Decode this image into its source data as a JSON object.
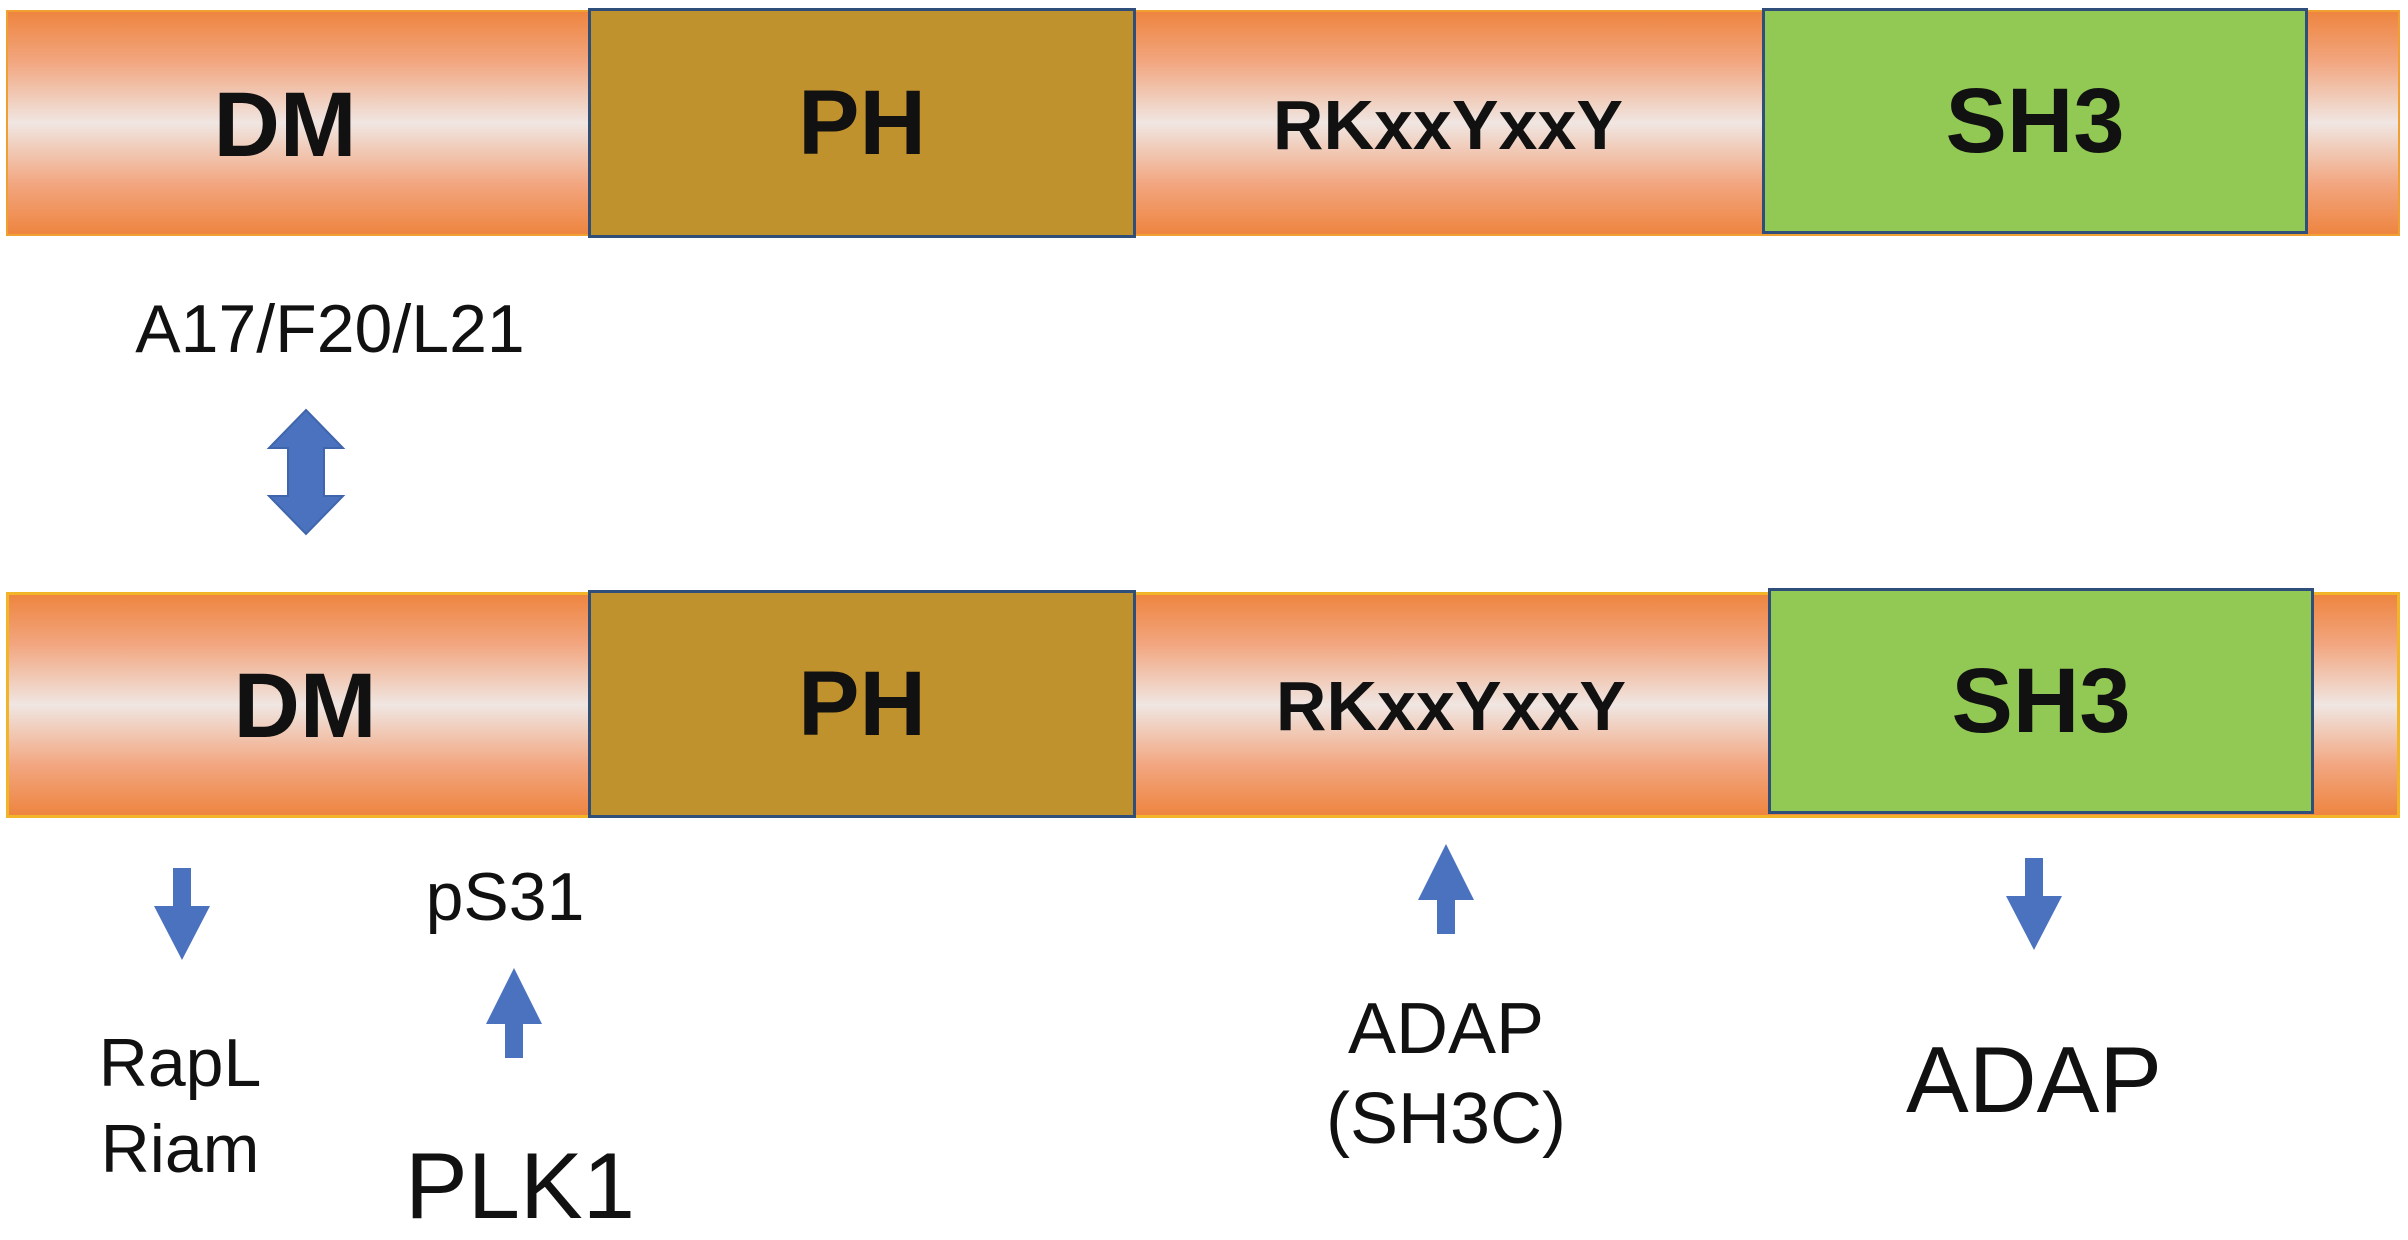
{
  "domains": {
    "dm": "DM",
    "ph": "PH",
    "motif": "RKxxYxxY",
    "sh3": "SH3"
  },
  "labels": {
    "dimer_residues": "A17/F20/L21",
    "raplriam_line1": "RapL",
    "raplriam_line2": "Riam",
    "phospho_site": "pS31",
    "plk1": "PLK1",
    "adap_sh3c_line1": "ADAP",
    "adap_sh3c_line2": "(SH3C)",
    "adap": "ADAP"
  },
  "icons": [
    "double-headed-arrow-icon",
    "arrow-down-icon",
    "arrow-up-icon"
  ],
  "colors": {
    "bar_edge": "#EE8540",
    "bar_center": "#F0E6E2",
    "ph_fill": "#C0922E",
    "sh3_fill": "#92C854",
    "box_border": "#2F4E7A",
    "arrow_fill": "#4A72BE",
    "text": "#111111"
  }
}
